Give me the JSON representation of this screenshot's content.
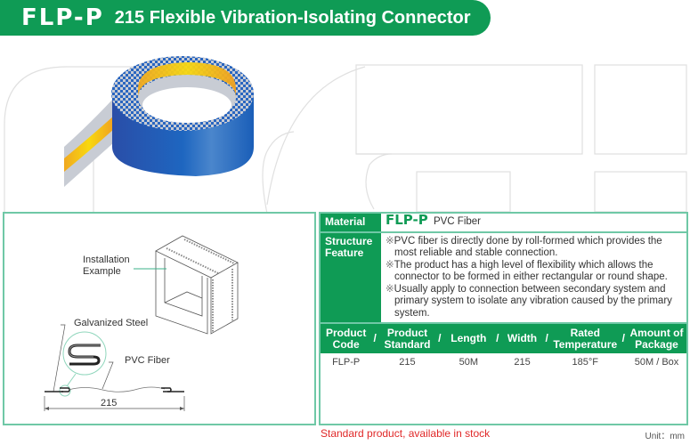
{
  "title": {
    "code": "FLP-P",
    "text": "215 Flexible Vibration-Isolating Connector"
  },
  "diagram": {
    "installation_label_line1": "Installation",
    "installation_label_line2": "Example",
    "galvanized_steel_label": "Galvanized Steel",
    "pvc_fiber_label": "PVC Fiber",
    "dimension_label": "215"
  },
  "spec": {
    "material": {
      "header": "Material",
      "code": "FLP-P",
      "value": "PVC Fiber"
    },
    "structure": {
      "header_line1": "Structure",
      "header_line2": "Feature",
      "bullet_mark": "※",
      "items": [
        "PVC fiber is directly done by roll-formed which provides the most reliable and stable connection.",
        "The product has a high level of flexibility which allows the connector to be formed in either rectangular or round shape.",
        "Usually apply to connection between secondary system and primary system to isolate any vibration caused by the primary system."
      ]
    },
    "table": {
      "headers": [
        {
          "line1": "Product",
          "line2": "Code"
        },
        {
          "line1": "Product",
          "line2": "Standard"
        },
        {
          "line1": "Length",
          "line2": ""
        },
        {
          "line1": "Width",
          "line2": ""
        },
        {
          "line1": "Rated",
          "line2": "Temperature"
        },
        {
          "line1": "Amount of",
          "line2": "Package"
        }
      ],
      "separator": "/",
      "rows": [
        [
          "FLP-P",
          "215",
          "50M",
          "215",
          "185°F",
          "50M / Box"
        ]
      ]
    }
  },
  "footer": {
    "stock_note": "Standard product, available in stock",
    "unit": "Unit：mm"
  },
  "colors": {
    "brand_green": "#0f9b55",
    "border_green": "#6fc8a6",
    "stock_red": "#e02828"
  }
}
